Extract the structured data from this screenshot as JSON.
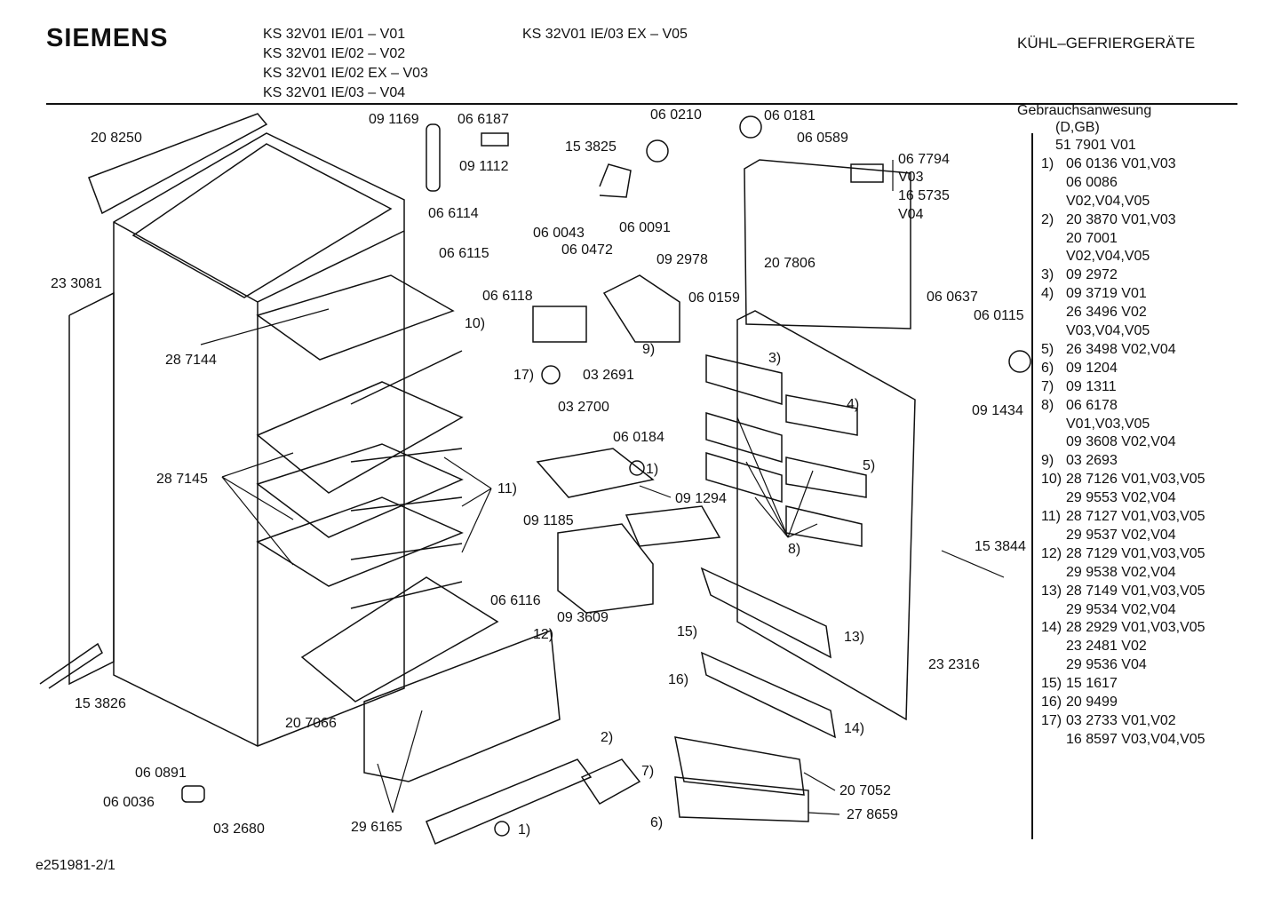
{
  "header": {
    "brand": "SIEMENS",
    "models": [
      "KS 32V01 IE/01 – V01",
      "KS 32V01 IE/02 – V02",
      "KS 32V01 IE/02 EX – V03",
      "KS 32V01 IE/03 – V04"
    ],
    "model_right": "KS 32V01 IE/03 EX – V05",
    "category": "KÜHL–GEFRIERGERÄTE"
  },
  "parts_list": {
    "title": "Gebrauchsanwesung",
    "subtitle": "(D,GB)",
    "rows": [
      {
        "n": "",
        "v": "51 7901 V01"
      },
      {
        "n": "1)",
        "v": "06 0136 V01,V03"
      },
      {
        "n": "",
        "v": "06 0086"
      },
      {
        "n": "",
        "v": "V02,V04,V05"
      },
      {
        "n": "2)",
        "v": "20 3870 V01,V03"
      },
      {
        "n": "",
        "v": "20 7001"
      },
      {
        "n": "",
        "v": "V02,V04,V05"
      },
      {
        "n": "3)",
        "v": "09 2972"
      },
      {
        "n": "4)",
        "v": "09 3719 V01"
      },
      {
        "n": "",
        "v": "26 3496 V02"
      },
      {
        "n": "",
        "v": "V03,V04,V05"
      },
      {
        "n": "5)",
        "v": "26 3498 V02,V04"
      },
      {
        "n": "6)",
        "v": "09 1204"
      },
      {
        "n": "7)",
        "v": "09 1311"
      },
      {
        "n": "8)",
        "v": "06 6178"
      },
      {
        "n": "",
        "v": "V01,V03,V05"
      },
      {
        "n": "",
        "v": "09 3608 V02,V04"
      },
      {
        "n": "9)",
        "v": "03 2693"
      },
      {
        "n": "10)",
        "v": "28 7126 V01,V03,V05"
      },
      {
        "n": "",
        "v": "29 9553 V02,V04"
      },
      {
        "n": "11)",
        "v": "28 7127 V01,V03,V05"
      },
      {
        "n": "",
        "v": "29 9537 V02,V04"
      },
      {
        "n": "12)",
        "v": "28 7129 V01,V03,V05"
      },
      {
        "n": "",
        "v": "29 9538 V02,V04"
      },
      {
        "n": "13)",
        "v": "28 7149 V01,V03,V05"
      },
      {
        "n": "",
        "v": "29 9534 V02,V04"
      },
      {
        "n": "14)",
        "v": "28 2929 V01,V03,V05"
      },
      {
        "n": "",
        "v": "23 2481 V02"
      },
      {
        "n": "",
        "v": "29 9536 V04"
      },
      {
        "n": "15)",
        "v": "15 1617"
      },
      {
        "n": "16)",
        "v": "20 9499"
      },
      {
        "n": "17)",
        "v": "03 2733 V01,V02"
      },
      {
        "n": "",
        "v": "16 8597 V03,V04,V05"
      }
    ]
  },
  "callouts": [
    "20 8250",
    "23 3081",
    "28 7144",
    "28 7145",
    "15 3826",
    "06 0891",
    "06 0036",
    "03 2680",
    "20 7066",
    "29 6165",
    "09 1169",
    "06 6187",
    "09 1112",
    "06 6114",
    "06 6115",
    "06 0043",
    "06 0472",
    "06 6118",
    "06 0091",
    "09 2978",
    "15 3825",
    "06 0210",
    "06 0181",
    "06 0589",
    "06 7794",
    "V03",
    "16 5735",
    "V04",
    "20 7806",
    "06 0159",
    "06 0637",
    "06 0115",
    "10)",
    "9)",
    "17)",
    "03 2691",
    "03 2700",
    "3)",
    "4)",
    "09 1434",
    "06 0184",
    "1)",
    "5)",
    "11)",
    "09 1294",
    "09 1185",
    "8)",
    "15 3844",
    "12)",
    "06 6116",
    "09 3609",
    "15)",
    "13)",
    "16)",
    "23 2316",
    "14)",
    "2)",
    "7)",
    "20 7052",
    "27 8659",
    "6)",
    "1)"
  ],
  "footer": {
    "doc_id": "e251981-2/1"
  }
}
